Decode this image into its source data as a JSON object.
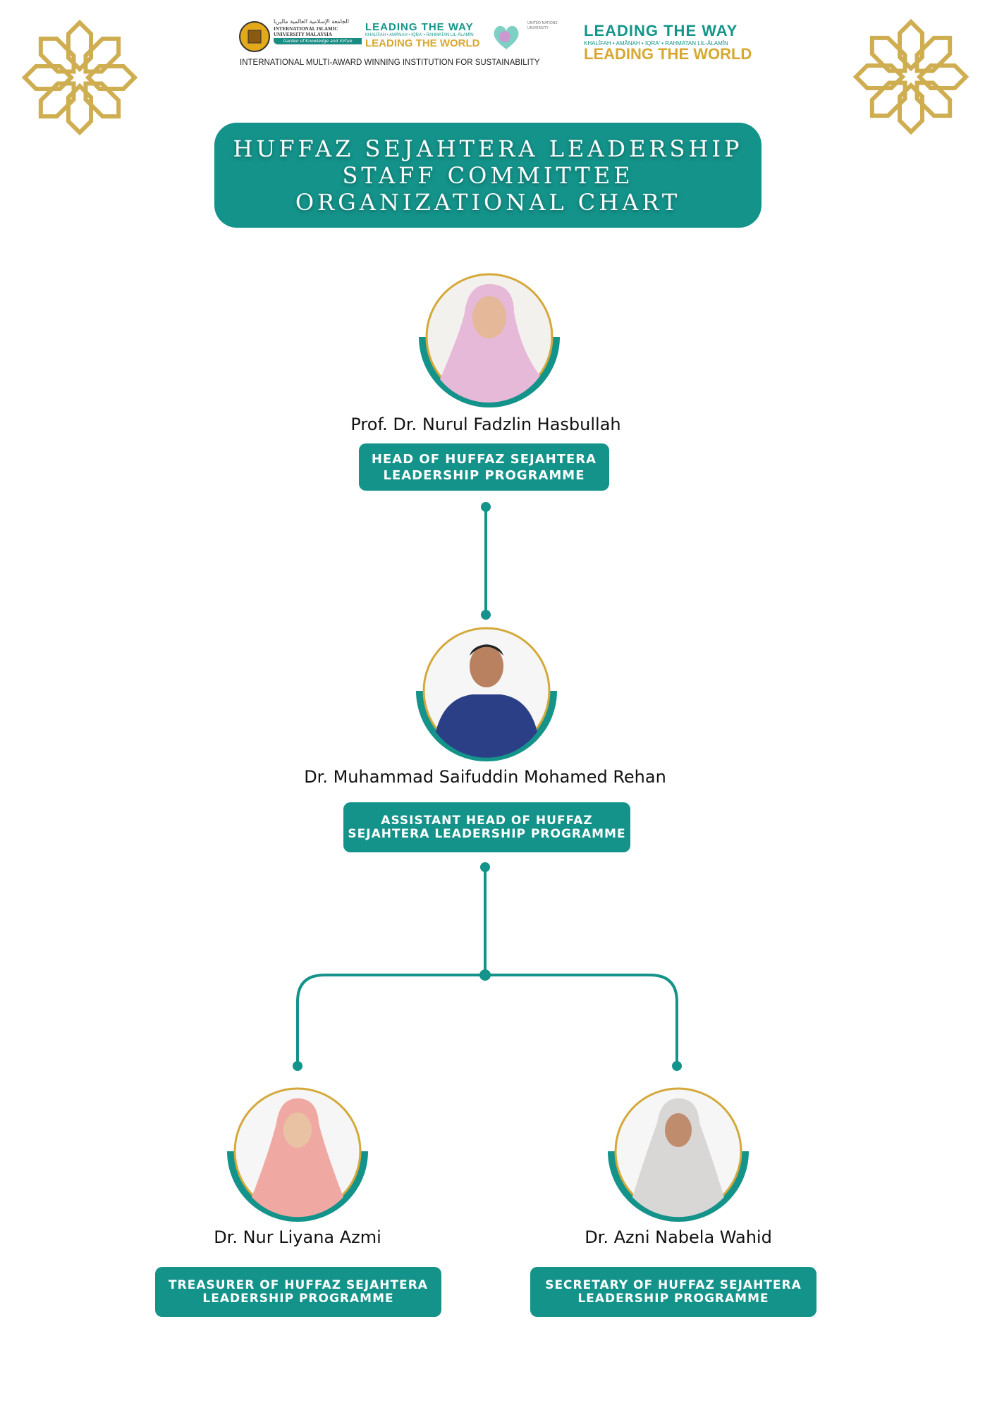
{
  "header": {
    "institution_name": "INTERNATIONAL ISLAMIC UNIVERSITY MALAYSIA",
    "institution_arabic": "الجامعة الإسلامية العالمية ماليزيا",
    "institution_motto": "Garden of Knowledge and Virtue",
    "slogan_line1": "LEADING THE WAY",
    "values_line": "KHALĪFAH • AMĀNAH • IQRA' • RAḤMATAN LIL-ĀLAMĪN",
    "slogan_line2": "LEADING THE WORLD",
    "tagline": "INTERNATIONAL MULTI-AWARD WINNING INSTITUTION FOR SUSTAINABILITY",
    "partner_label": "UNITED NATIONS UNIVERSITY"
  },
  "title": {
    "line1": "HUFFAZ SEJAHTERA LEADERSHIP",
    "line2": "STAFF COMMITTEE",
    "line3": "ORGANIZATIONAL CHART"
  },
  "members": [
    {
      "name": "Prof. Dr. Nurul Fadzlin Hasbullah",
      "role_line1": "HEAD OF HUFFAZ SEJAHTERA",
      "role_line2": "LEADERSHIP PROGRAMME"
    },
    {
      "name": "Dr. Muhammad Saifuddin Mohamed Rehan",
      "role_line1": "ASSISTANT HEAD OF HUFFAZ",
      "role_line2": "SEJAHTERA LEADERSHIP PROGRAMME"
    },
    {
      "name": "Dr. Nur Liyana Azmi",
      "role_line1": "TREASURER OF HUFFAZ SEJAHTERA",
      "role_line2": "LEADERSHIP PROGRAMME"
    },
    {
      "name": "Dr. Azni Nabela Wahid",
      "role_line1": "SECRETARY OF HUFFAZ SEJAHTERA",
      "role_line2": "LEADERSHIP PROGRAMME"
    }
  ],
  "colors": {
    "teal": "#14938a",
    "gold": "#d4a93a",
    "ornament": "#cfae52"
  }
}
